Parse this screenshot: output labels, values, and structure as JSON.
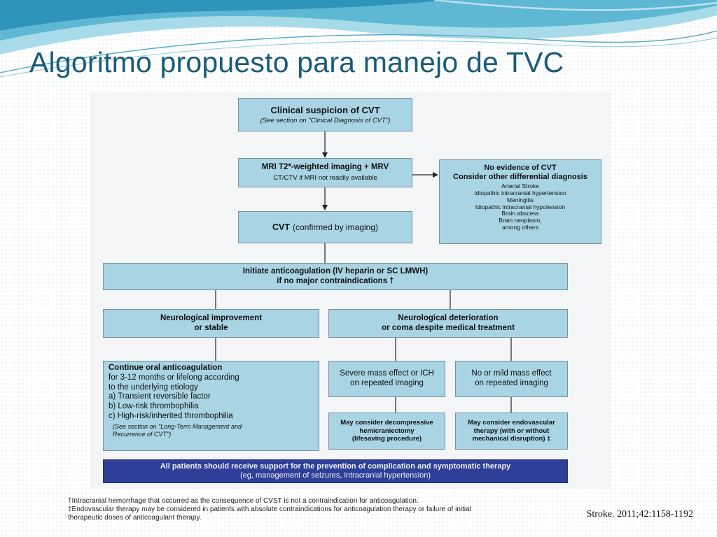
{
  "slide": {
    "title": "Algoritmo propuesto para manejo de TVC",
    "citation": "Stroke. 2011;42:1158-1192",
    "accent_color": "#1a5a7a",
    "box_color": "#a9d4e3",
    "dark_box_color": "#2d3f98"
  },
  "flowchart": {
    "clinical_suspicion": {
      "title": "Clinical suspicion of CVT",
      "note": "(See section on \"Clinical Diagnosis of CVT\")"
    },
    "imaging": {
      "title": "MRI T2*-weighted imaging + MRV",
      "note": "CT/CTV if MRI not readily available"
    },
    "differential": {
      "title_line1": "No evidence of CVT",
      "title_line2": "Consider other differential diagnosis",
      "items": [
        "Arterial Stroke",
        "Idiopathic intracranial hypertension",
        "Meningitis",
        "Idiopathic intracranial hypotension",
        "Brain abscess",
        "Brain neoplasm,",
        "among others"
      ]
    },
    "confirmed": {
      "title": "CVT",
      "note": "(confirmed by imaging)"
    },
    "anticoagulation": {
      "line1": "Initiate anticoagulation (IV heparin or SC LMWH)",
      "line2": "if no major contraindications †"
    },
    "improvement": {
      "line1": "Neurological improvement",
      "line2": "or stable"
    },
    "deterioration": {
      "line1": "Neurological deterioration",
      "line2": "or coma despite medical treatment"
    },
    "continue": {
      "title": "Continue oral anticoagulation",
      "lines": [
        "for 3-12 months or lifelong according",
        "to the underlying etiology",
        "a) Transient reversible factor",
        "b) Low-risk thrombophilia",
        "c) High-risk/inherited thrombophilia"
      ],
      "note_line1": "(See section on \"Long-Term Management and",
      "note_line2": "Recurrence of CVT\")"
    },
    "severe": {
      "line1": "Severe mass effect or ICH",
      "line2": "on repeated imaging"
    },
    "mild": {
      "line1": "No or mild mass effect",
      "line2": "on repeated imaging"
    },
    "hemicraniectomy": {
      "line1": "May consider decompressive",
      "line2": "hemicraniectomy",
      "line3": "(lifesaving procedure)"
    },
    "endovascular": {
      "line1": "May consider endovascular",
      "line2": "therapy (with or without",
      "line3": "mechanical disruption) ‡"
    },
    "support": {
      "line1": "All patients should receive support for the prevention of complication and symptomatic therapy",
      "line2": "(eg, management of seizures, intracranial hypertension)"
    }
  },
  "footnotes": {
    "line1": "†Intracranial hemorrhage that occurred as the consequence of CVST is not a contraindication for anticoagulation.",
    "line2": "‡Endovascular therapy may be considered in patients with absolute contraindications for anticoagulation therapy or failure of initial",
    "line3": "therapeutic doses of anticoagulant therapy."
  }
}
